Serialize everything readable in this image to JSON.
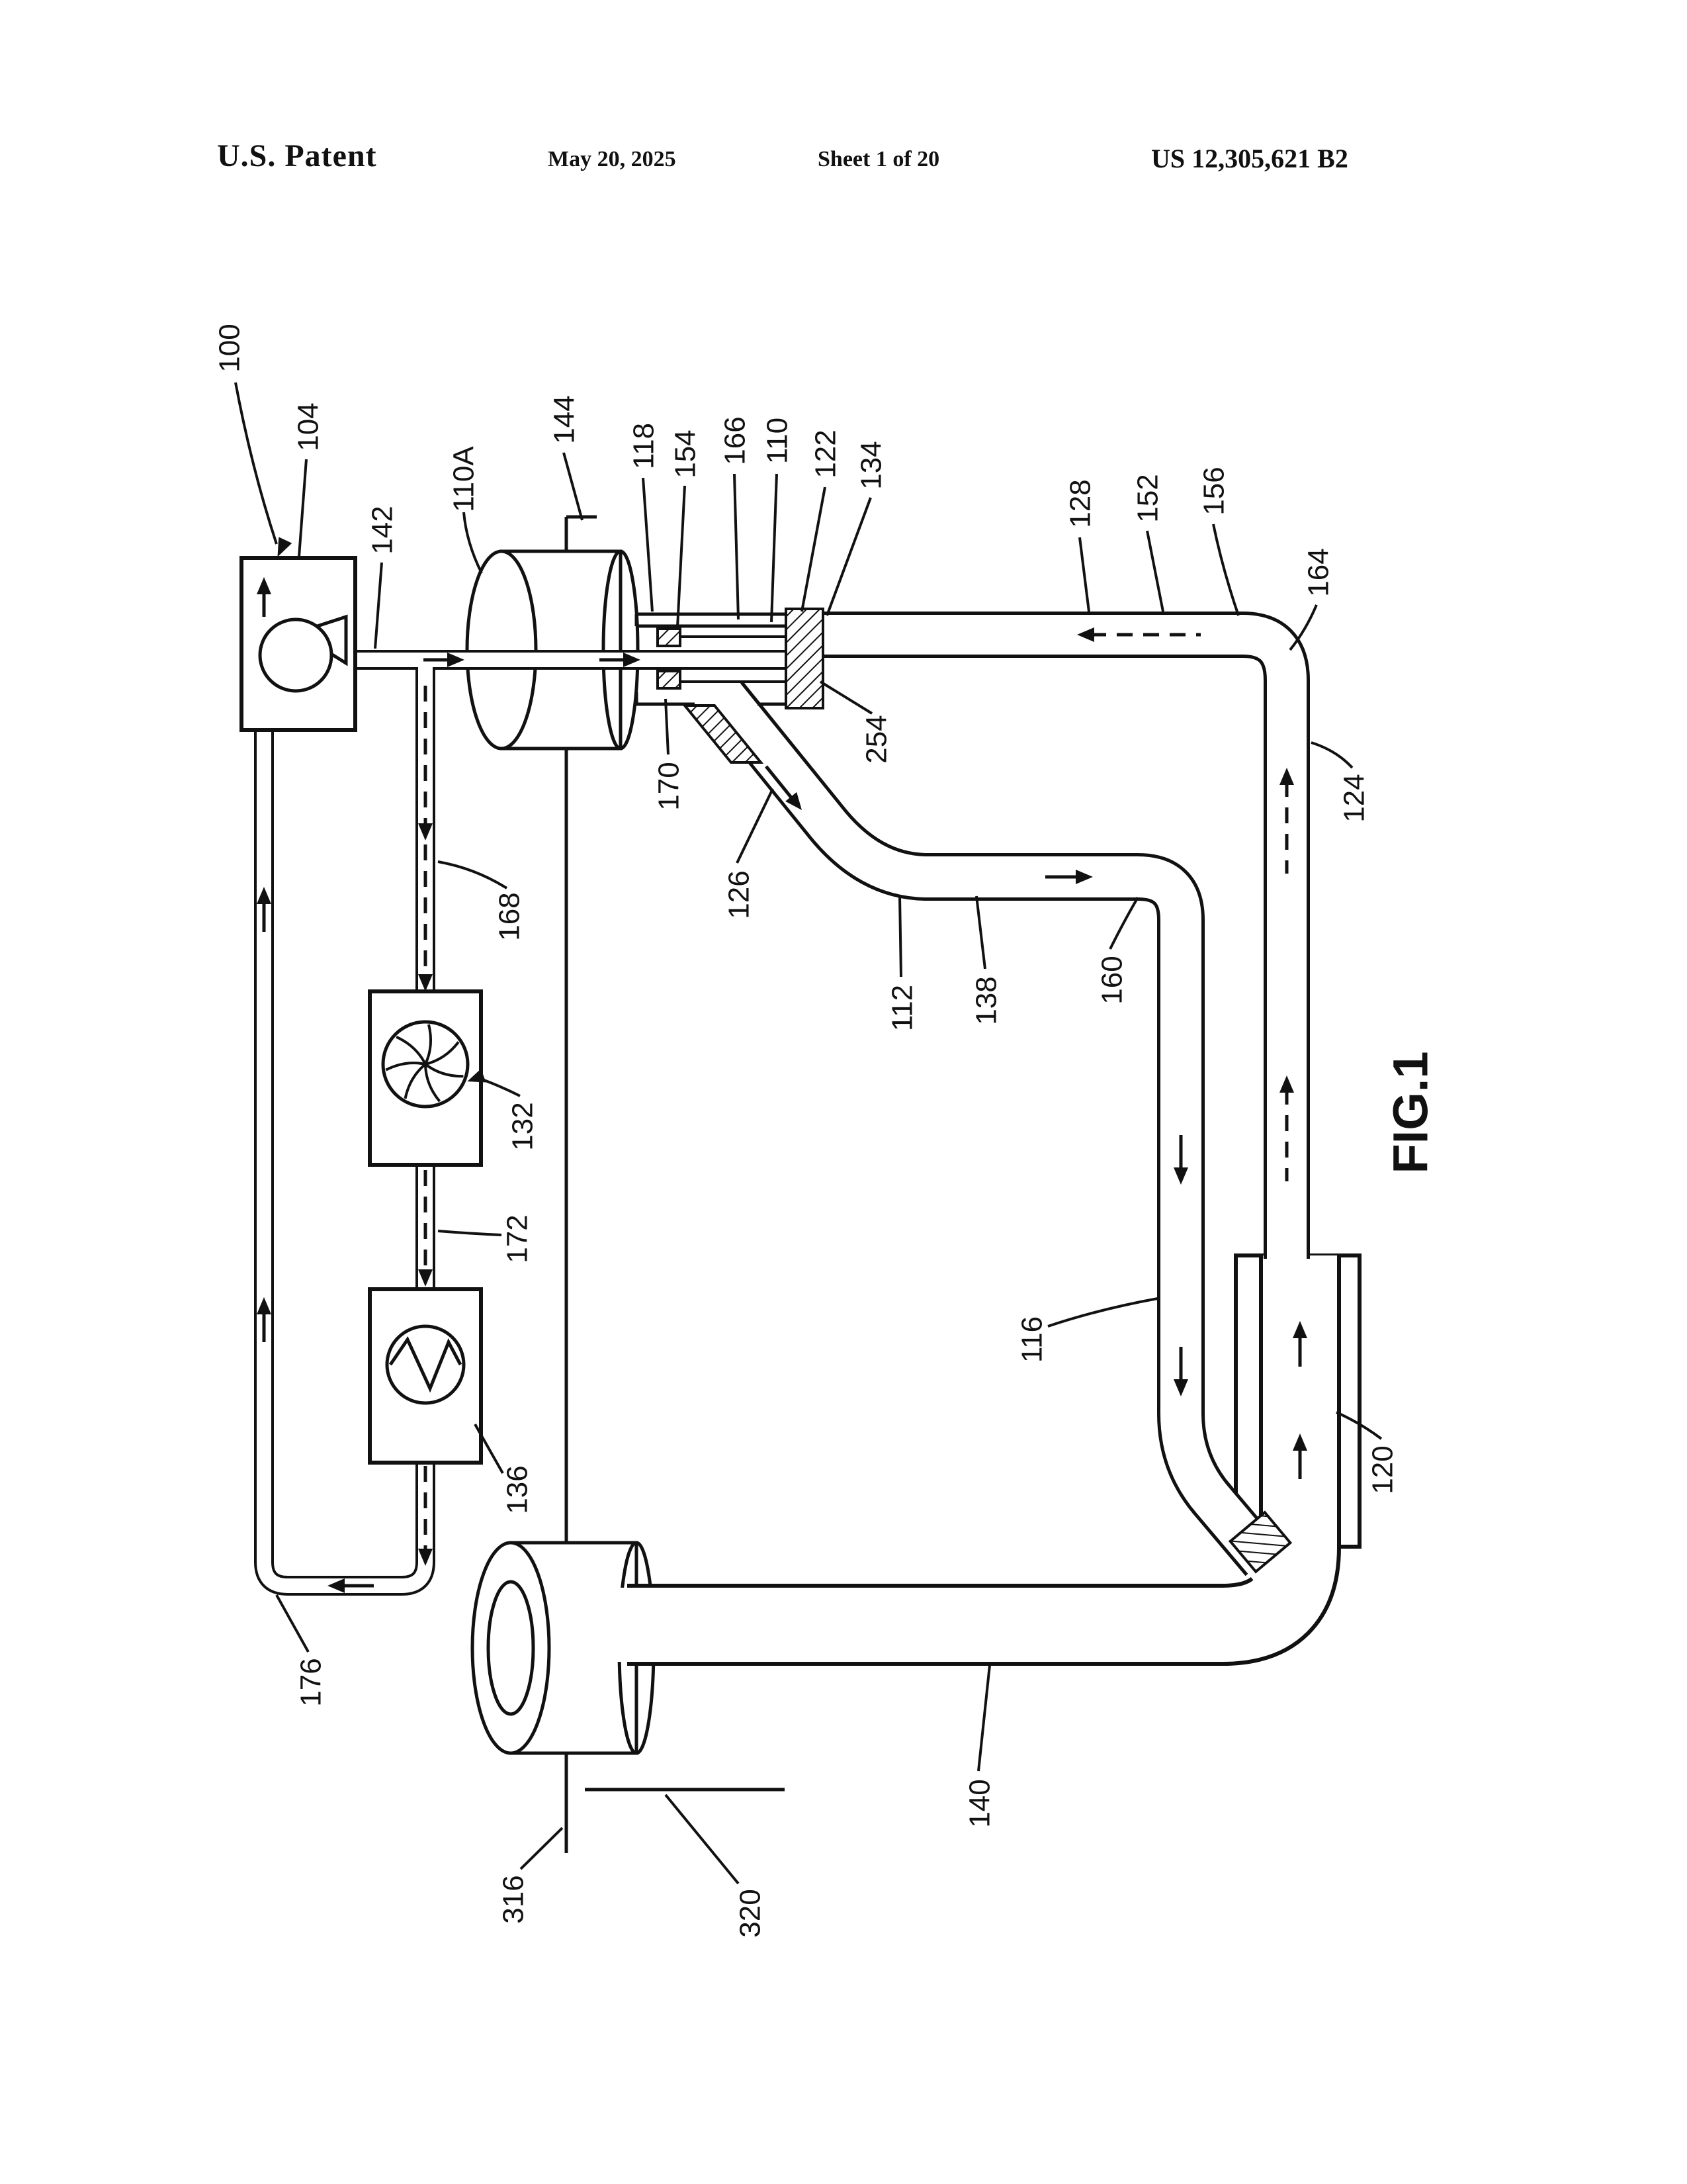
{
  "header": {
    "patent_title": "U.S. Patent",
    "date": "May 20, 2025",
    "sheet_info": "Sheet 1 of 20",
    "patent_number": "US 12,305,621 B2"
  },
  "figure": {
    "caption": "FIG.1",
    "labels": {
      "l100": "100",
      "l104": "104",
      "l110": "110",
      "l110A": "110A",
      "l112": "112",
      "l116": "116",
      "l118": "118",
      "l120": "120",
      "l122": "122",
      "l124": "124",
      "l126": "126",
      "l128": "128",
      "l132": "132",
      "l134": "134",
      "l136": "136",
      "l138": "138",
      "l140": "140",
      "l142": "142",
      "l144": "144",
      "l152": "152",
      "l154": "154",
      "l156": "156",
      "l160": "160",
      "l164": "164",
      "l166": "166",
      "l168": "168",
      "l170": "170",
      "l172": "172",
      "l176": "176",
      "l254": "254",
      "l316": "316",
      "l320": "320"
    }
  }
}
